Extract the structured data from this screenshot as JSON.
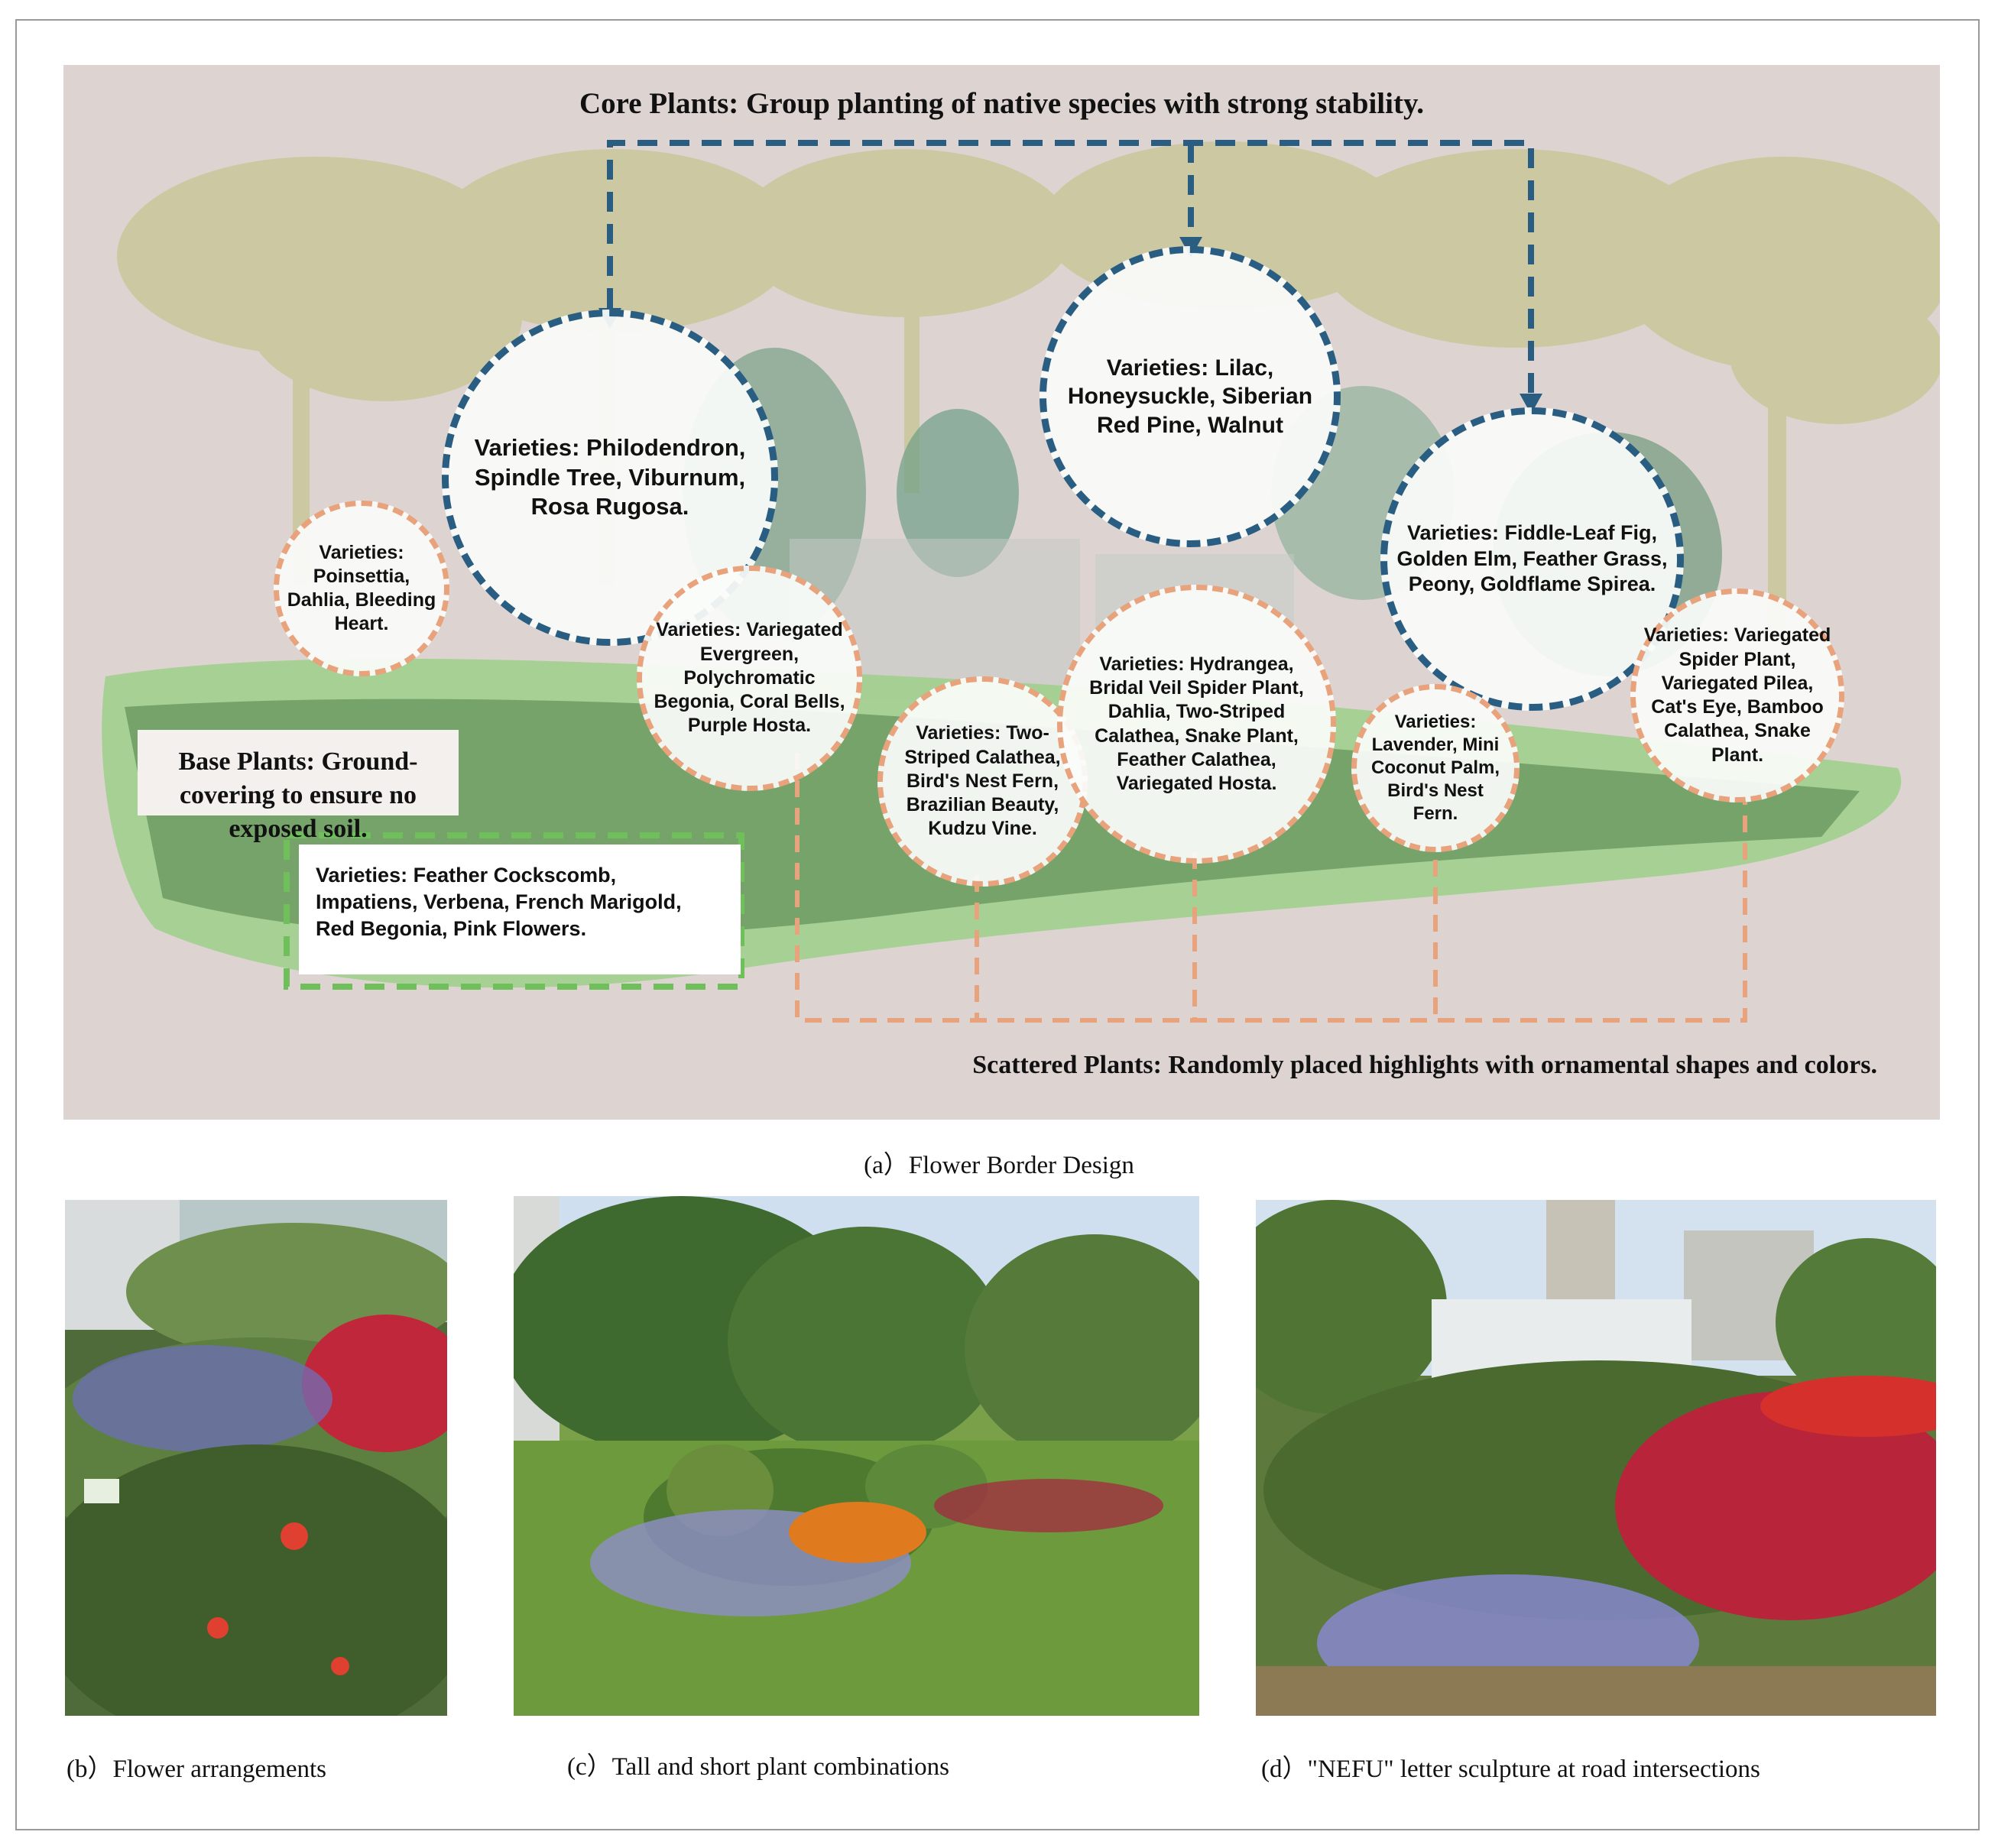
{
  "diagram": {
    "core_title": "Core Plants: Group planting of native species with strong stability.",
    "base_title": "Base Plants: Ground-covering to ensure no exposed soil.",
    "scattered_title": "Scattered Plants: Randomly placed highlights with ornamental shapes and colors.",
    "base_varieties": "Varieties: Feather Cockscomb, Impatiens, Verbena, French Marigold, Red Begonia, Pink Flowers.",
    "core_circles": [
      "Varieties: Philodendron, Spindle Tree, Viburnum, Rosa Rugosa.",
      "Varieties: Lilac, Honeysuckle, Siberian Red Pine, Walnut",
      "Varieties: Fiddle-Leaf Fig, Golden Elm, Feather Grass, Peony, Goldflame Spirea."
    ],
    "scattered_circles": [
      "Varieties: Poinsettia, Dahlia, Bleeding Heart.",
      "Varieties: Variegated Evergreen, Polychromatic Begonia, Coral Bells, Purple Hosta.",
      "Varieties: Two-Striped Calathea, Bird's Nest Fern, Brazilian Beauty, Kudzu Vine.",
      "Varieties: Hydrangea, Bridal Veil Spider Plant, Dahlia, Two-Striped Calathea, Snake Plant, Feather Calathea, Variegated Hosta.",
      "Varieties: Lavender, Mini Coconut Palm, Bird's Nest Fern.",
      "Varieties: Variegated Spider Plant, Variegated Pilea, Cat's Eye, Bamboo Calathea, Snake Plant."
    ],
    "colors": {
      "core_border": "#2a5d82",
      "scattered_border": "#e8a27c",
      "base_border": "#6fbf5a"
    }
  },
  "captions": {
    "a": "(a）Flower Border Design",
    "b": "(b）Flower arrangements",
    "c": "(c）Tall and short plant combinations",
    "d": "(d）\"NEFU\" letter sculpture at road intersections"
  }
}
